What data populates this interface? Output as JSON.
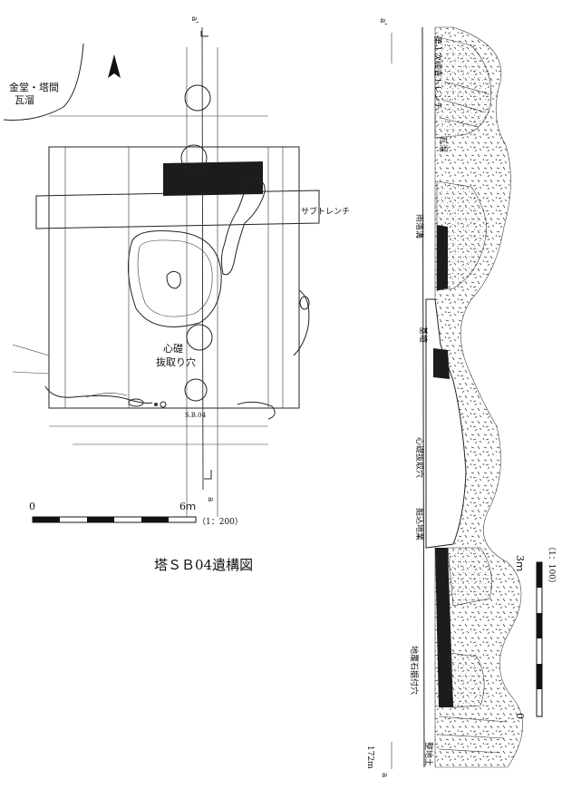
{
  "plan": {
    "title": "塔ＳＢ04遺構図",
    "section_label_top": "a'",
    "section_label_bottom": "a",
    "label_kondo": "金堂・塔間\n瓦溜",
    "label_shinso": "心礎\n抜取り穴",
    "label_subtrench": "サブトレンチ",
    "label_small": "S.B.04",
    "scale": {
      "start": "0",
      "end": "6ｍ",
      "ratio": "（1：200）"
    }
  },
  "section": {
    "label_top": "a'",
    "label_bottom": "a",
    "elevation": "172m",
    "labels": {
      "trench": "第１次調査トレンチ",
      "tiles": "瓦溜",
      "drain": "雨落溝",
      "kidan": "基壇",
      "shinso_pit": "心礎抜取穴",
      "fill": "掘込地業",
      "stone_pit": "地覆石据付穴",
      "soil": "整地土"
    },
    "scale": {
      "start": "0",
      "end": "3ｍ",
      "ratio": "（1：100）"
    }
  },
  "icons": {
    "north": "north-arrow-icon"
  }
}
